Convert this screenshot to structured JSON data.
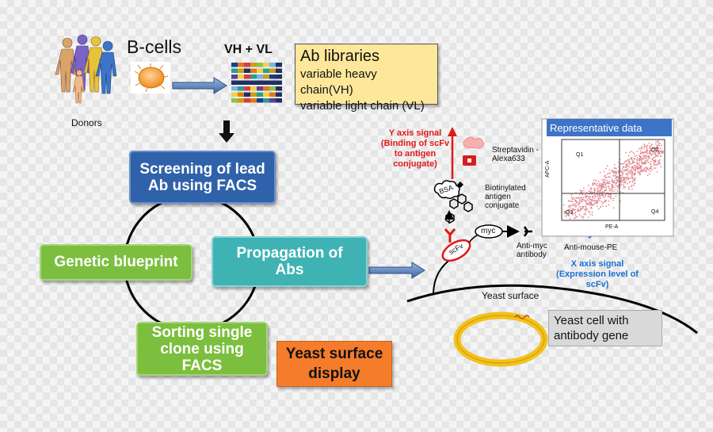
{
  "donors": {
    "label": "Donors"
  },
  "bcells": {
    "label": "B-cells"
  },
  "vhvl": {
    "label": "VH + VL"
  },
  "ab_libraries": {
    "title": "Ab libraries",
    "line1": "variable heavy chain(VH)",
    "line2": "variable light chain (VL)"
  },
  "cycle": {
    "screening": "Screening of lead Ab using FACS",
    "genetic": "Genetic blueprint",
    "propagation": "Propagation of Abs",
    "sorting": "Sorting single clone using FACS"
  },
  "yeast_display": {
    "label": "Yeast surface display"
  },
  "y_axis_signal": "Y axis signal (Binding of scFv to antigen conjugate)",
  "x_axis_signal": "X axis signal (Expression level of scFv)",
  "labels": {
    "streptavidin": "Streptavidin -Alexa633",
    "biotinylated": "Biotinylated antigen conjugate",
    "bsa": "BSA",
    "scfv": "scFv",
    "myc": "myc",
    "anti_myc": "Anti-myc antibody",
    "anti_mouse": "Anti-mouse-PE",
    "yeast_surface": "Yeast surface",
    "yeast_cell": "Yeast cell with antibody gene"
  },
  "representative": {
    "title": "Representative data",
    "q1": "Q1",
    "q2": "Q2",
    "q3": "Q3",
    "q4": "Q4",
    "xlabel": "PE-A",
    "ylabel": "APC-A"
  },
  "colors": {
    "blue_box": "#2f62aa",
    "green_box": "#7cbf3e",
    "teal_box": "#3fb3b3",
    "orange_box": "#f47c2a",
    "ab_box": "#fde79a",
    "red_signal": "#e01818",
    "blue_signal": "#1a6fd1",
    "scatter": "#e08a90"
  }
}
